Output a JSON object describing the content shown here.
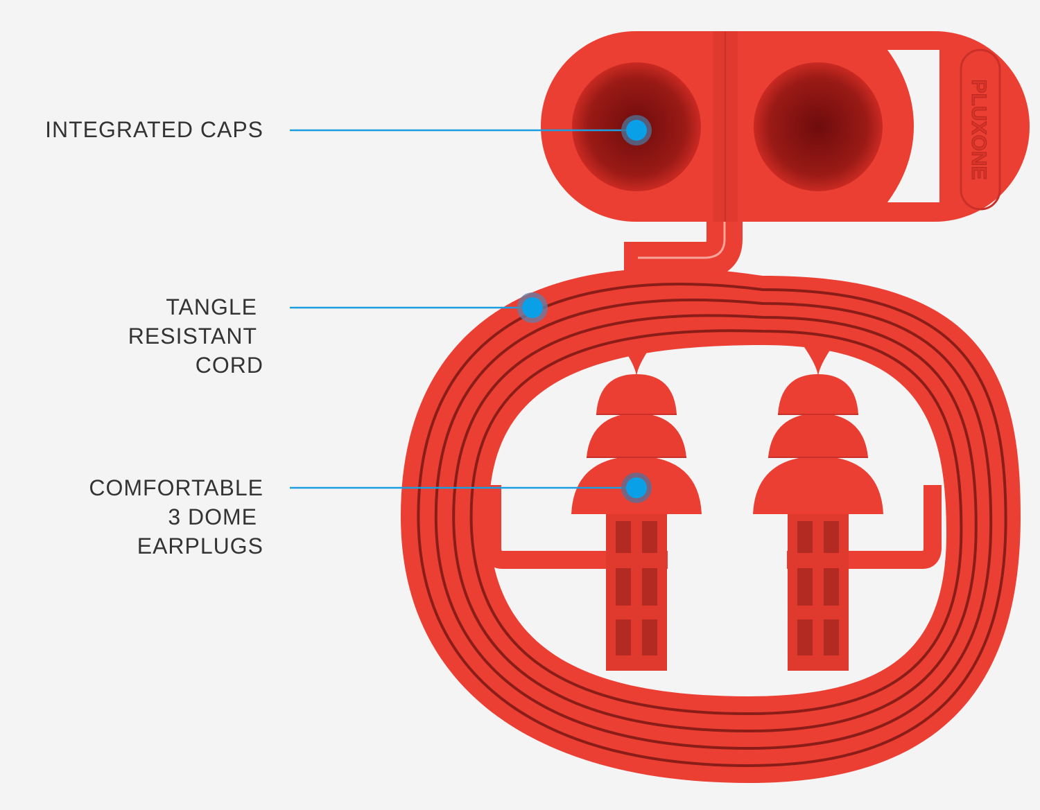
{
  "brand": {
    "logo_text": "PLUXONE"
  },
  "colors": {
    "product": "#ec3f33",
    "product_dark": "#8e1414",
    "accent": "#0aa0e8",
    "text": "#333333",
    "background": "#f4f4f4"
  },
  "callouts": [
    {
      "lines": [
        "INTEGRATED CAPS"
      ]
    },
    {
      "lines": [
        "TANGLE",
        "RESISTANT",
        "CORD"
      ]
    },
    {
      "lines": [
        "COMFORTABLE",
        "3 DOME",
        "EARPLUGS"
      ]
    }
  ]
}
